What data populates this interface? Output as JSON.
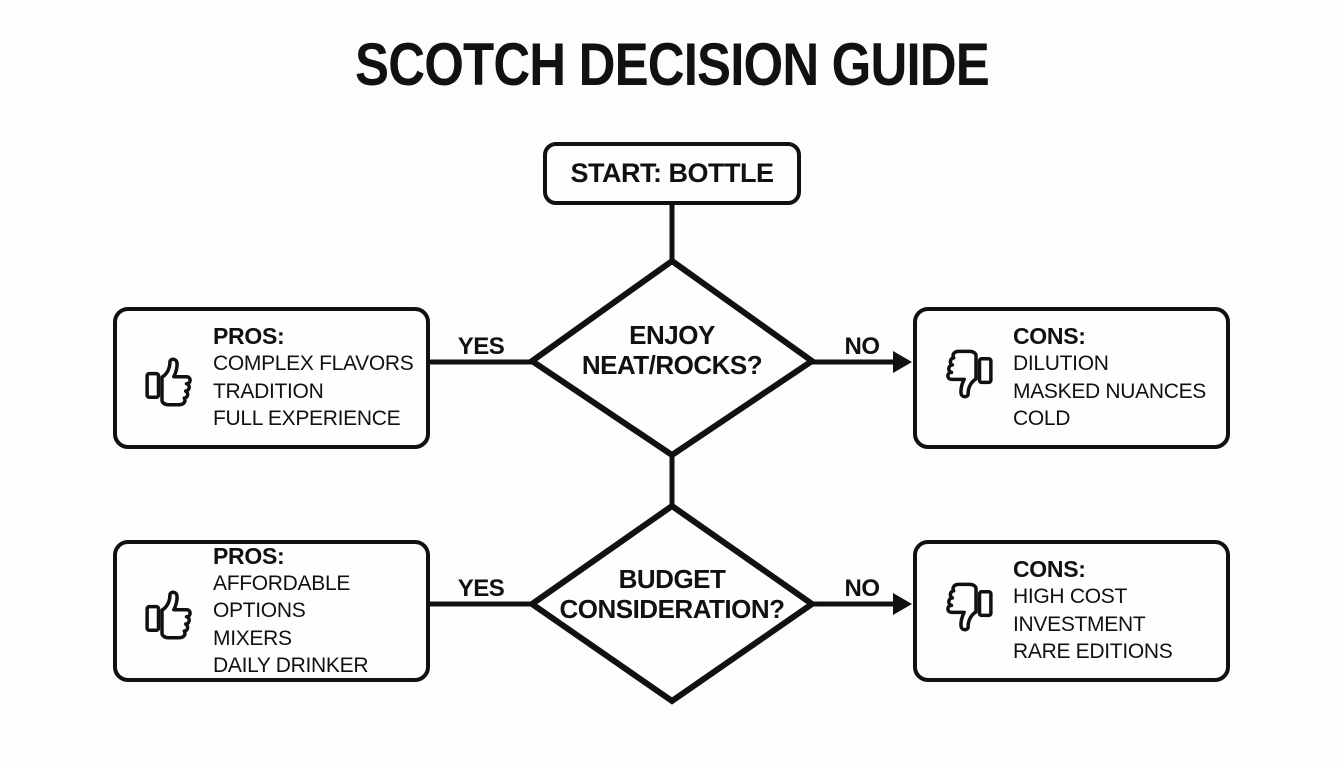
{
  "title": "SCOTCH DECISION GUIDE",
  "start": {
    "label": "START: BOTTLE"
  },
  "decisions": [
    {
      "line1": "ENJOY",
      "line2": "NEAT/ROCKS?",
      "yes_label": "YES",
      "no_label": "NO"
    },
    {
      "line1": "BUDGET",
      "line2": "CONSIDERATION?",
      "yes_label": "YES",
      "no_label": "NO"
    }
  ],
  "boxes": [
    {
      "heading": "PROS:",
      "icon": "thumbs-up-icon",
      "items": [
        "COMPLEX FLAVORS",
        "TRADITION",
        "FULL EXPERIENCE"
      ]
    },
    {
      "heading": "CONS:",
      "icon": "thumbs-down-icon",
      "items": [
        "DILUTION",
        "MASKED NUANCES",
        "COLD"
      ]
    },
    {
      "heading": "PROS:",
      "icon": "thumbs-up-icon",
      "items": [
        "AFFORDABLE OPTIONS",
        "MIXERS",
        "DAILY DRINKER"
      ]
    },
    {
      "heading": "CONS:",
      "icon": "thumbs-down-icon",
      "items": [
        "HIGH COST",
        "INVESTMENT",
        "RARE EDITIONS"
      ]
    }
  ],
  "colors": {
    "ink": "#111111",
    "background": "#fdfdfc"
  }
}
